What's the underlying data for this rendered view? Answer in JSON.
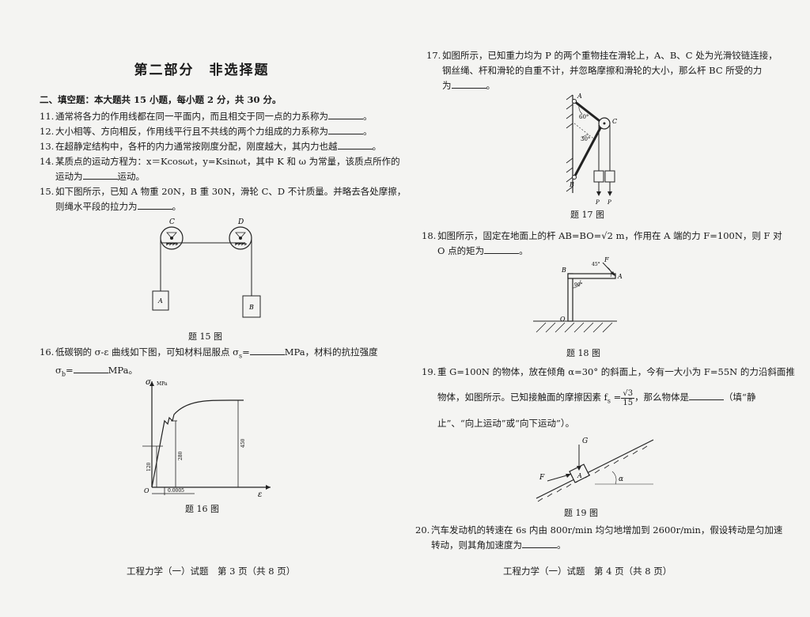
{
  "left": {
    "title": "第二部分　非选择题",
    "section": "二、填空题：本大题共 15 小题，每小题 2 分，共 30 分。",
    "q11": {
      "num": "11.",
      "text": "通常将各力的作用线都在同一平面内，而且相交于同一点的力系称为",
      "end": "。"
    },
    "q12": {
      "num": "12.",
      "text": "大小相等、方向相反，作用线平行且不共线的两个力组成的力系称为",
      "end": "。"
    },
    "q13": {
      "num": "13.",
      "text": "在超静定结构中，各杆的内力通常按刚度分配，刚度越大，其内力也越",
      "end": "。"
    },
    "q14": {
      "num": "14.",
      "line1": "某质点的运动方程为：x＝Kcosωt，y=Ksinωt，其中 K 和 ω 为常量，该质点所作的",
      "line2a": "运动为",
      "line2b": "运动。"
    },
    "q15": {
      "num": "15.",
      "line1": "如下图所示，已知 A 物重 20N，B 重 30N，滑轮 C、D 不计质量。并略去各处摩擦，",
      "line2a": "则绳水平段的拉力为",
      "end": "。"
    },
    "fig15": {
      "caption": "题 15 图",
      "label_c": "C",
      "label_d": "D",
      "label_a": "A",
      "label_b": "B"
    },
    "q16": {
      "num": "16.",
      "line1a": "低碳钢的 σ-ε 曲线如下图，可知材料屈服点 σ",
      "line1sub": "s",
      "line1b": "=",
      "line1c": "MPa，材料的抗拉强度",
      "line2a": "σ",
      "line2sub": "b",
      "line2b": "=",
      "line2c": "MPa。"
    },
    "fig16": {
      "caption": "题 16 图",
      "y_axis": "σ",
      "y_unit": "MPa",
      "x_axis": "ε",
      "origin": "O",
      "v120": "120",
      "v280": "280",
      "v450": "450",
      "v0005": "0.0005"
    },
    "footer": "工程力学（一）试题　第 3 页（共 8 页）"
  },
  "right": {
    "q17": {
      "num": "17.",
      "line1": "如图所示，已知重力均为 P 的两个重物挂在滑轮上，A、B、C 处为光滑铰链连接，",
      "line2": "钢丝绳、杆和滑轮的自重不计，并忽略摩擦和滑轮的大小，那么杆 BC 所受的力",
      "line3a": "为",
      "end": "。"
    },
    "fig17": {
      "caption": "题 17 图",
      "label_a": "A",
      "label_b": "B",
      "label_c": "C",
      "angle60": "60°",
      "angle30": "30°",
      "p1": "P",
      "p2": "P"
    },
    "q18": {
      "num": "18.",
      "line1a": "如图所示，固定在地面上的杆 AB=BO=",
      "line1sqrt": "√2",
      "line1b": " m，作用在 A 端的力 F=100N，则 F 对",
      "line2a": "O 点的矩为",
      "end": "。"
    },
    "fig18": {
      "caption": "题 18 图",
      "label_a": "A",
      "label_b": "B",
      "label_o": "O",
      "label_f": "F",
      "angle45": "45°",
      "angle90": "90°"
    },
    "q19": {
      "num": "19.",
      "line1": "重 G=100N 的物体，放在倾角 α=30° 的斜面上，今有一大小为 F=55N 的力沿斜面推",
      "line2a": "物体，如图所示。已知接触面的摩擦因素 f",
      "line2sub": "s",
      "line2b": " =",
      "frac_num": "√3",
      "frac_den": "15",
      "line2c": "，那么物体是",
      "line2d": "（填“静",
      "line3": "止”、“向上运动”或“向下运动”）。"
    },
    "fig19": {
      "caption": "题 19 图",
      "label_g": "G",
      "label_a": "A",
      "label_f": "F",
      "label_alpha": "α"
    },
    "q20": {
      "num": "20.",
      "line1": "汽车发动机的转速在 6s 内由 800r/min 均匀地增加到 2600r/min，假设转动是匀加速",
      "line2a": "转动，则其角加速度为",
      "end": "。"
    },
    "footer": "工程力学（一）试题　第 4 页（共 8 页）"
  }
}
